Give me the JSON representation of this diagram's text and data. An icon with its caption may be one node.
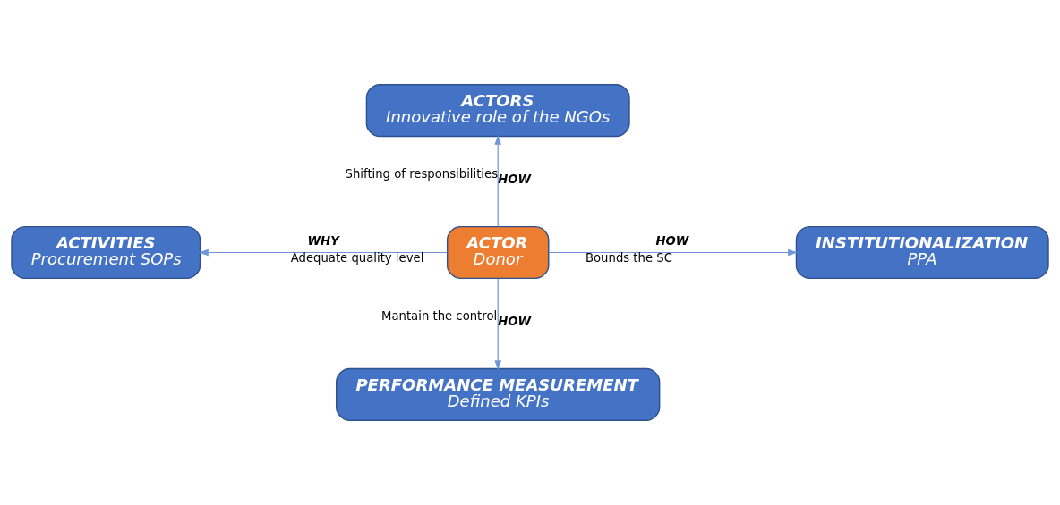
{
  "diagram": {
    "nodes": [
      {
        "text": [
          "ACTORS",
          "Innovative role of the NGOs"
        ]
      },
      {
        "text": [
          "ACTIVITIES",
          "Procurement SOPs"
        ]
      },
      {
        "text": [
          "ACTOR",
          "Donor"
        ]
      },
      {
        "text": [
          "INSTITUTIONALIZATION",
          "PPA"
        ]
      },
      {
        "text": [
          "PERFORMANCE MEASUREMENT",
          "Defined KPIs"
        ]
      }
    ],
    "edges": [
      {
        "from": 2,
        "to": 0,
        "arrow": "to",
        "label": "HOW"
      },
      {
        "from": 2,
        "to": 1,
        "arrow": "to",
        "label": "WHY"
      },
      {
        "from": 2,
        "to": 3,
        "arrow": "to",
        "label": "HOW"
      },
      {
        "from": 2,
        "to": 4,
        "arrow": "to",
        "label": "HOW"
      }
    ],
    "labels": [
      "Shifting of responsibilities",
      "Adequate quality level",
      "Bounds the SC",
      "Mantain the control"
    ]
  }
}
